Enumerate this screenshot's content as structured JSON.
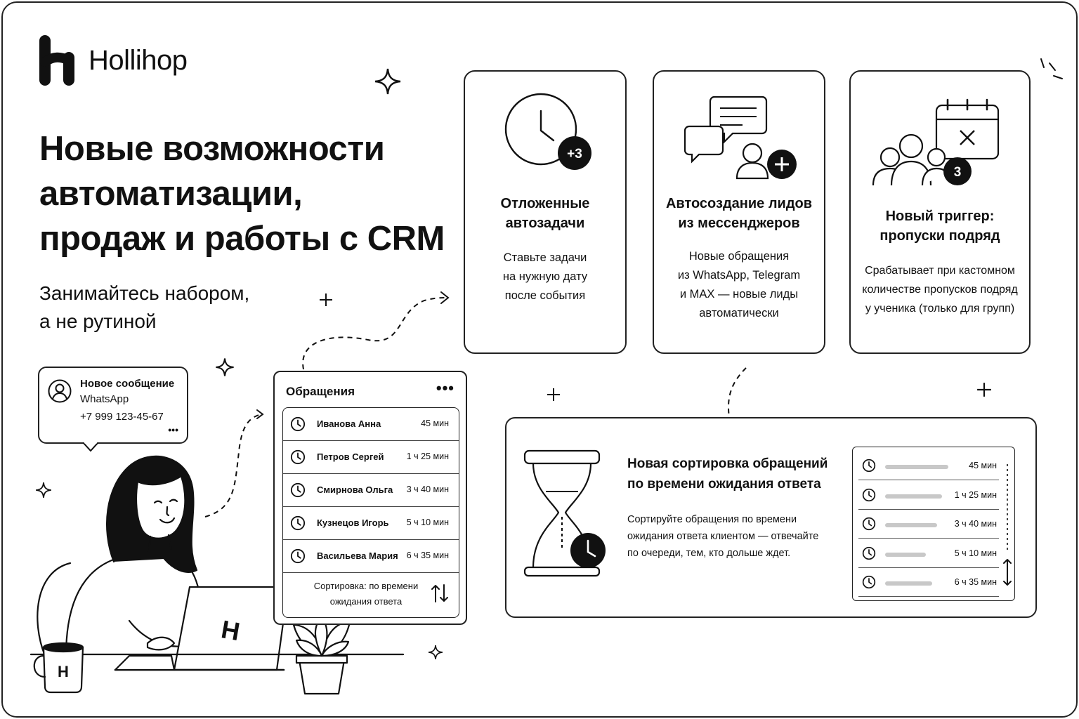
{
  "brand": {
    "name": "Hollihop",
    "logo_letter": "H"
  },
  "hero": {
    "title_lines": [
      "Новые возможности",
      "автоматизации,",
      "продаж и работы с CRM"
    ],
    "subtitle_lines": [
      "Занимайтесь набором,",
      "а не рутиной"
    ]
  },
  "features": [
    {
      "icon": "clock-plus-icon",
      "badge": "+3",
      "title_lines": [
        "Отложенные",
        "автозадачи"
      ],
      "text_lines": [
        "Ставьте задачи",
        "на нужную дату",
        "после события"
      ]
    },
    {
      "icon": "chat-person-plus-icon",
      "badge": "+",
      "title_lines": [
        "Автосоздание лидов",
        "из мессенджеров"
      ],
      "text_lines": [
        "Новые обращения",
        "из WhatsApp, Telegram",
        "и MAX — новые лиды",
        "автоматически"
      ]
    },
    {
      "icon": "group-calendar-icon",
      "badge": "3",
      "title_lines": [
        "Новый триггер:",
        "пропуски подряд"
      ],
      "text_lines": [
        "Срабатывает при кастомном",
        "количестве пропусков подряд",
        "у ученика (только для групп)"
      ]
    }
  ],
  "notification": {
    "title": "Новое сообщение",
    "source": "WhatsApp",
    "phone": "+7 999 123-45-67",
    "more": "•••"
  },
  "inquiries": {
    "title": "Обращения",
    "menu": "•••",
    "rows": [
      {
        "name": "Иванова Анна",
        "wait": "45 мин"
      },
      {
        "name": "Петров Сергей",
        "wait": "1 ч 25 мин"
      },
      {
        "name": "Смирнова Ольга",
        "wait": "3 ч 40 мин"
      },
      {
        "name": "Кузнецов Игорь",
        "wait": "5 ч 10 мин"
      },
      {
        "name": "Васильева Мария",
        "wait": "6 ч 35 мин"
      }
    ],
    "sort_lines": [
      "Сортировка: по времени",
      "ожидания ответа"
    ]
  },
  "sorting": {
    "title_lines": [
      "Новая сортировка обращений",
      "по времени ожидания ответа"
    ],
    "text_lines": [
      "Сортируйте обращения по времени",
      "ожидания ответа клиентом — отвечайте",
      "по очереди, тем, кто дольше ждет."
    ],
    "rows": [
      {
        "wait": "45 мин",
        "bar": 0.78
      },
      {
        "wait": "1 ч 25 мин",
        "bar": 0.7
      },
      {
        "wait": "3 ч 40 мин",
        "bar": 0.64
      },
      {
        "wait": "5 ч 10 мин",
        "bar": 0.5
      },
      {
        "wait": "6 ч 35 мин",
        "bar": 0.58
      }
    ]
  },
  "mug_letter": "H",
  "laptop_letter": "H",
  "colors": {
    "ink": "#111111",
    "paper": "#ffffff",
    "bar": "#c8c8c8"
  }
}
